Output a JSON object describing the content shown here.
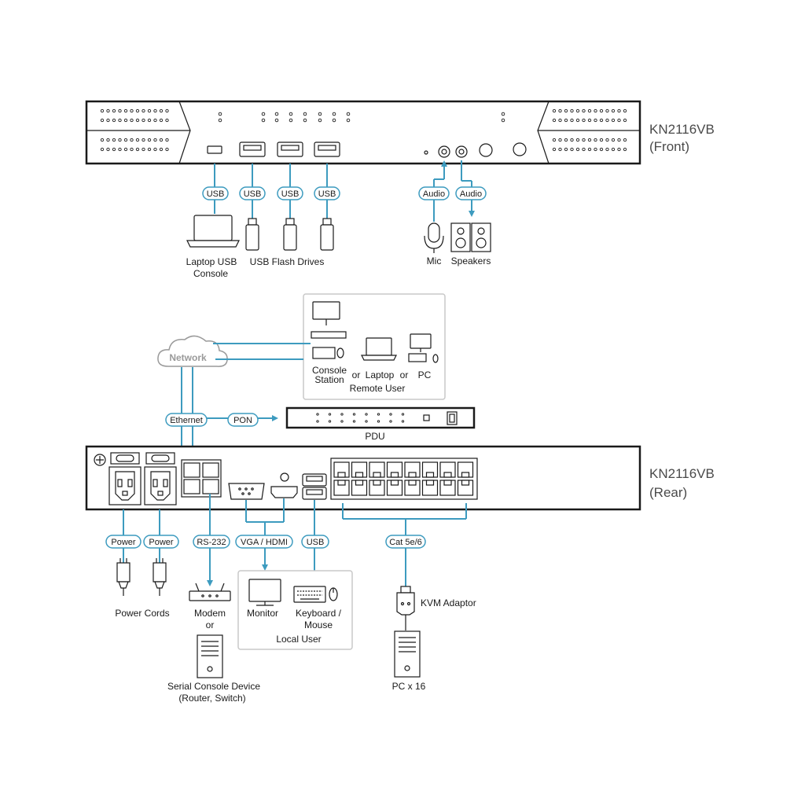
{
  "front_title": [
    "KN2116VB",
    "(Front)"
  ],
  "rear_title": [
    "KN2116VB",
    "(Rear)"
  ],
  "colors": {
    "accent": "#3d9bbf",
    "outline": "#1a1a1a",
    "text": "#1a1a1a",
    "title": "#4a4a4a"
  },
  "front_connections": {
    "usb_pill": "USB",
    "audio_pill": "Audio",
    "laptop_label": [
      "Laptop USB",
      "Console"
    ],
    "flash_label": "USB Flash Drives",
    "mic_label": "Mic",
    "speakers_label": "Speakers"
  },
  "remote": {
    "network": "Network",
    "console_station": [
      "Console",
      "Station"
    ],
    "or": "or",
    "laptop": "Laptop",
    "pc": "PC",
    "group_label": "Remote User"
  },
  "rear_top": {
    "ethernet": "Ethernet",
    "pon": "PON",
    "pdu": "PDU"
  },
  "rear_connections": {
    "power": "Power",
    "rs232": "RS-232",
    "vga_hdmi": "VGA / HDMI",
    "usb": "USB",
    "cat": "Cat 5e/6",
    "power_cords": "Power Cords",
    "modem": "Modem",
    "or": "or",
    "serial": [
      "Serial Console Device",
      "(Router, Switch)"
    ],
    "monitor": "Monitor",
    "keyboard": [
      "Keyboard /",
      "Mouse"
    ],
    "local_user": "Local User",
    "kvm_adaptor": "KVM Adaptor",
    "pc_x16": "PC x 16"
  }
}
